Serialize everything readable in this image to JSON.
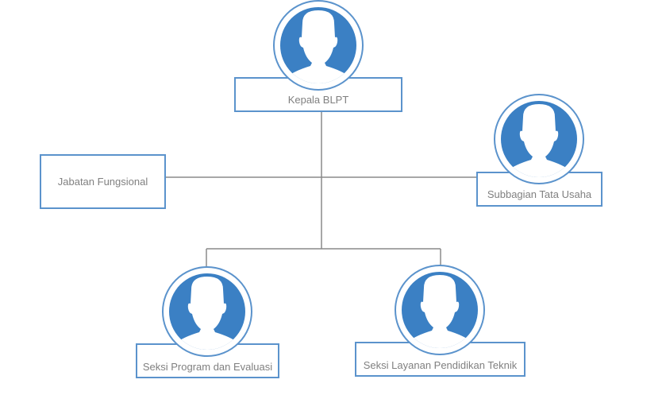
{
  "colors": {
    "accent": "#3b80c4",
    "border": "#5b93cc",
    "line": "#8a8a8a",
    "text": "#808080"
  },
  "nodes": {
    "head": {
      "label": "Kepala BLPT",
      "icon": "person-icon"
    },
    "functional": {
      "label": "Jabatan Fungsional"
    },
    "admin": {
      "label": "Subbagian Tata Usaha",
      "icon": "person-icon"
    },
    "program": {
      "label": "Seksi Program dan Evaluasi",
      "icon": "person-icon"
    },
    "service": {
      "label": "Seksi Layanan Pendidikan Teknik",
      "icon": "person-icon"
    }
  }
}
